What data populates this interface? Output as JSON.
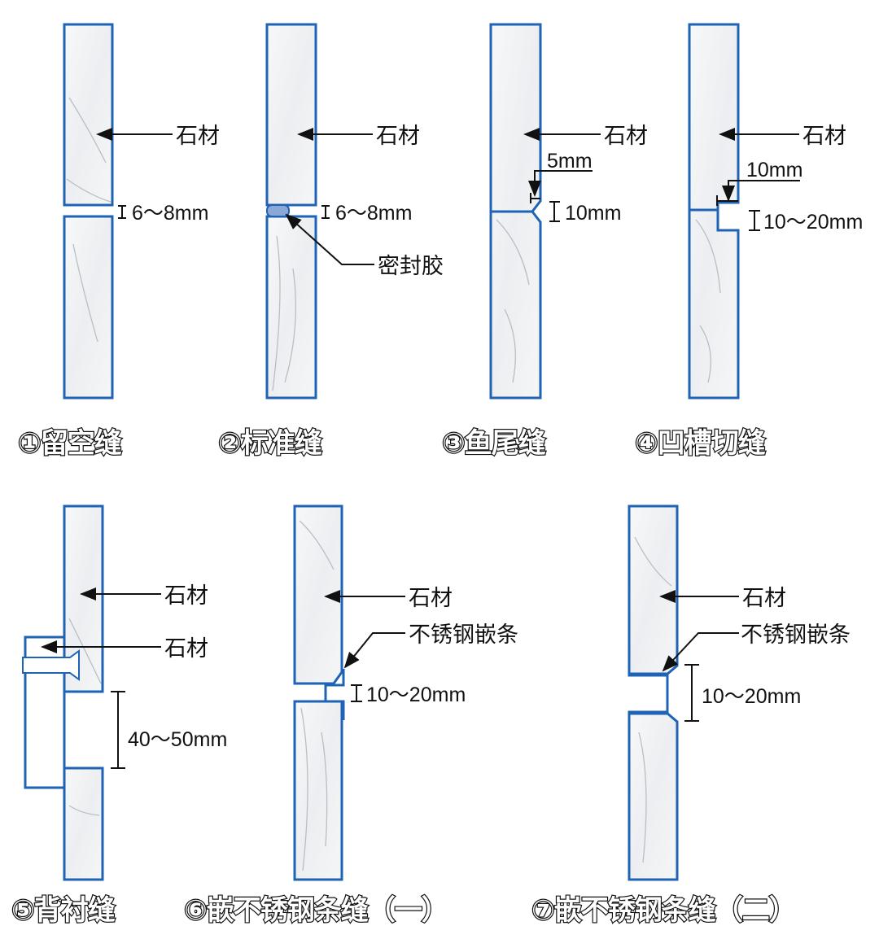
{
  "labels": {
    "stone": "石材",
    "sealant": "密封胶",
    "steel_strip": "不锈钢嵌条"
  },
  "dimensions": {
    "gap_6_8": "6～8mm",
    "d5": "5mm",
    "d10": "10mm",
    "d10_20": "10～20mm",
    "d40_50": "40～50mm"
  },
  "titles": [
    "①留空缝",
    "②标准缝",
    "③鱼尾缝",
    "④凹槽切缝",
    "⑤背衬缝",
    "⑥嵌不锈钢条缝（一）",
    "⑦嵌不锈钢条缝（二）"
  ],
  "colors": {
    "outline": "#1f63b5",
    "marble": "#f2f3f5"
  }
}
